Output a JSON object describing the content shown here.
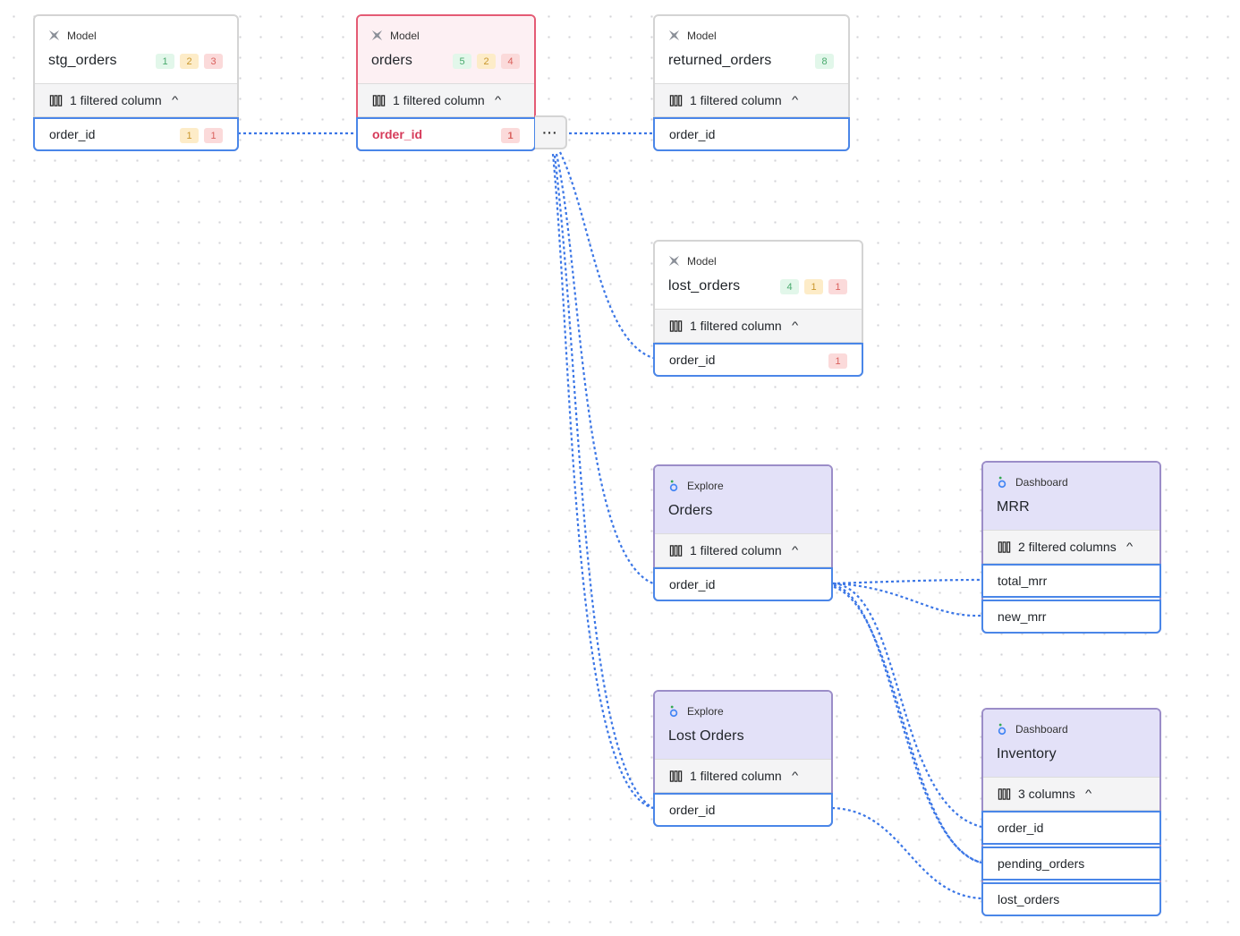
{
  "nodes": {
    "stg_orders": {
      "type": "Model",
      "name": "stg_orders",
      "badges": [
        "1",
        "2",
        "3"
      ],
      "filter_label": "1 filtered column",
      "columns": [
        {
          "name": "order_id",
          "badges": [
            "1",
            "1"
          ]
        }
      ]
    },
    "orders": {
      "type": "Model",
      "name": "orders",
      "badges": [
        "5",
        "2",
        "4"
      ],
      "filter_label": "1 filtered column",
      "columns": [
        {
          "name": "order_id",
          "badges": [
            "1"
          ]
        }
      ],
      "menu_label": "···"
    },
    "returned_orders": {
      "type": "Model",
      "name": "returned_orders",
      "badges": [
        "8"
      ],
      "filter_label": "1 filtered column",
      "columns": [
        {
          "name": "order_id"
        }
      ]
    },
    "lost_orders": {
      "type": "Model",
      "name": "lost_orders",
      "badges": [
        "4",
        "1",
        "1"
      ],
      "filter_label": "1 filtered column",
      "columns": [
        {
          "name": "order_id",
          "badges": [
            "1"
          ]
        }
      ]
    },
    "explore_orders": {
      "type": "Explore",
      "name": "Orders",
      "filter_label": "1 filtered column",
      "columns": [
        {
          "name": "order_id"
        }
      ]
    },
    "explore_lost_orders": {
      "type": "Explore",
      "name": "Lost Orders",
      "filter_label": "1 filtered column",
      "columns": [
        {
          "name": "order_id"
        }
      ]
    },
    "dashboard_mrr": {
      "type": "Dashboard",
      "name": "MRR",
      "filter_label": "2 filtered columns",
      "columns": [
        {
          "name": "total_mrr"
        },
        {
          "name": "new_mrr"
        }
      ]
    },
    "dashboard_inventory": {
      "type": "Dashboard",
      "name": "Inventory",
      "filter_label": "3 columns",
      "columns": [
        {
          "name": "order_id"
        },
        {
          "name": "pending_orders"
        },
        {
          "name": "lost_orders"
        }
      ]
    }
  },
  "colors": {
    "edge": "#3b76e6",
    "active_border": "#e45b74",
    "active_text": "#d63b5a",
    "purple_header": "#e3e1f8",
    "column_border": "#4a86e8",
    "badge_green": "#4aaa6e",
    "badge_yellow": "#c9962d",
    "badge_red": "#d9605c"
  },
  "icons": {
    "model": "dbt-model-icon",
    "explore": "looker-icon",
    "dashboard": "looker-icon",
    "columns": "columns-icon",
    "collapse": "chevron-up-icon"
  }
}
